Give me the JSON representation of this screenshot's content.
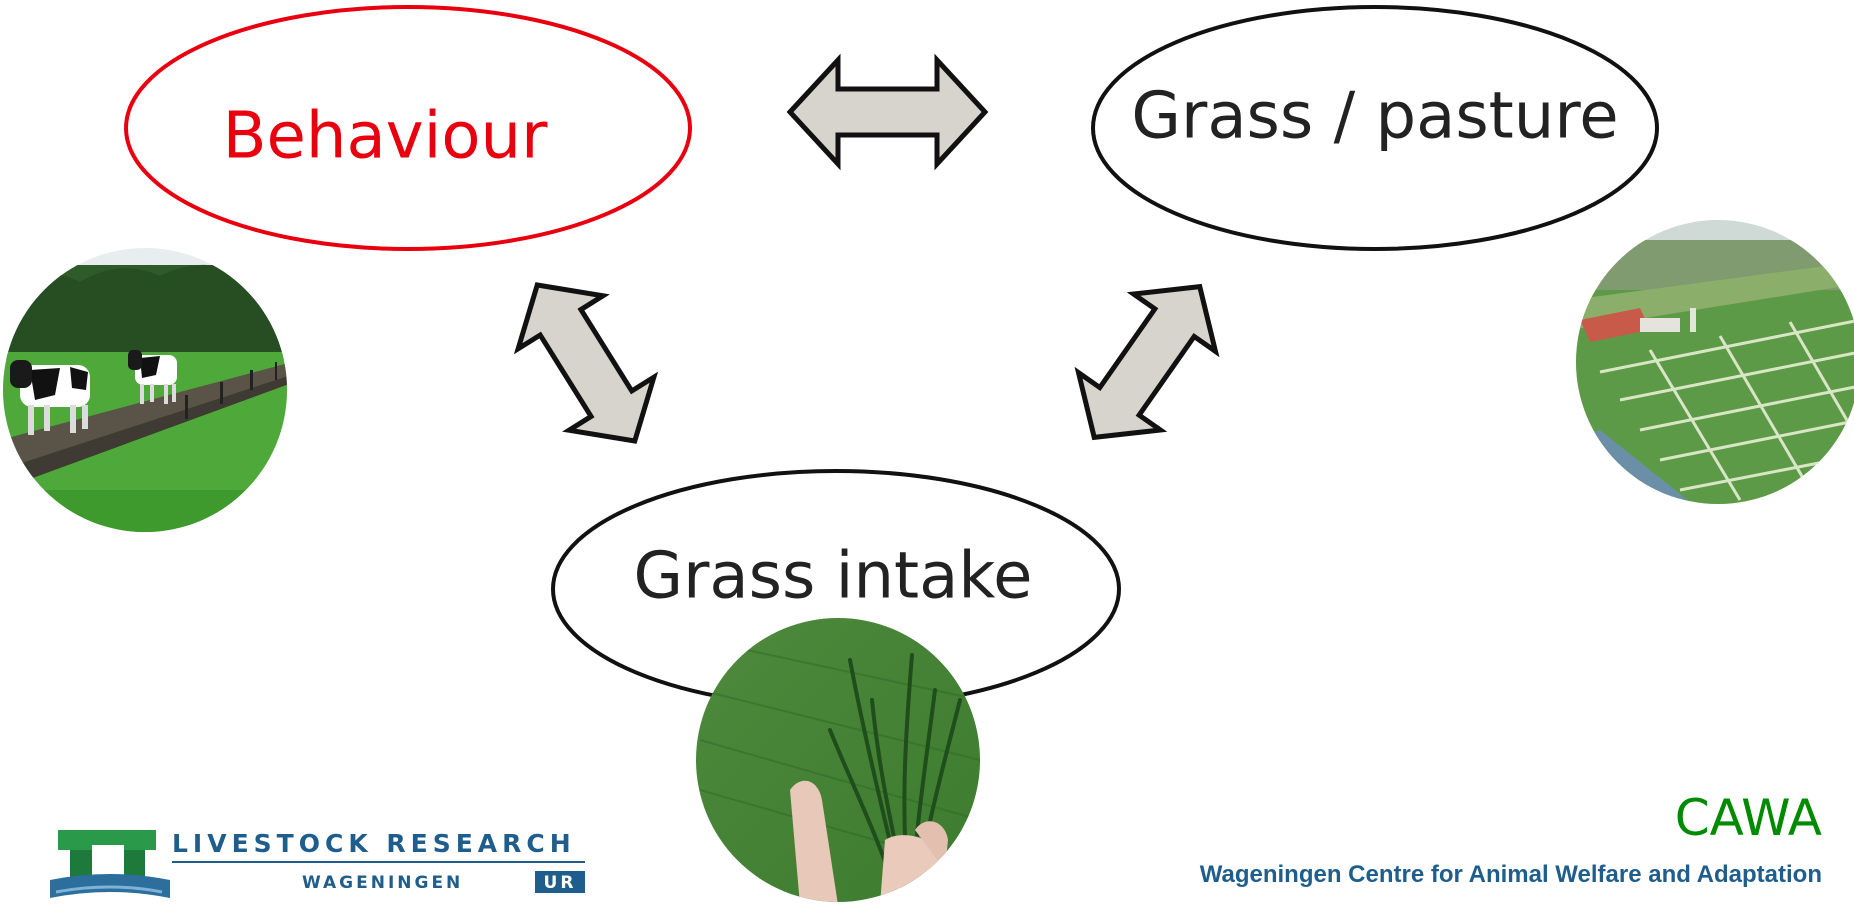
{
  "diagram": {
    "nodes": {
      "behaviour": {
        "label": "Behaviour",
        "color": "#e8000f"
      },
      "grass_pasture": {
        "label": "Grass / pasture",
        "color": "#222222"
      },
      "grass_intake": {
        "label": "Grass intake",
        "color": "#222222"
      }
    },
    "edges": [
      {
        "from": "behaviour",
        "to": "grass_pasture",
        "style": "double-arrow"
      },
      {
        "from": "behaviour",
        "to": "grass_intake",
        "style": "double-arrow"
      },
      {
        "from": "grass_pasture",
        "to": "grass_intake",
        "style": "double-arrow"
      }
    ],
    "arrow_fill": "#d6d4cc"
  },
  "photos": {
    "cows": "cows-walking-photo",
    "field": "aerial-field-photo",
    "grass": "grass-in-hand-photo"
  },
  "footer": {
    "logo_top": "LIVESTOCK RESEARCH",
    "logo_bottom_left": "WAGENINGEN",
    "logo_bottom_box": "UR",
    "logo_color": "#1d7a3a",
    "logo_text_color": "#1f5e8c",
    "cawa_title": "CAWA",
    "cawa_title_color": "#008a00",
    "cawa_subtitle": "Wageningen Centre for Animal Welfare and Adaptation",
    "cawa_subtitle_color": "#1f5e8c"
  }
}
